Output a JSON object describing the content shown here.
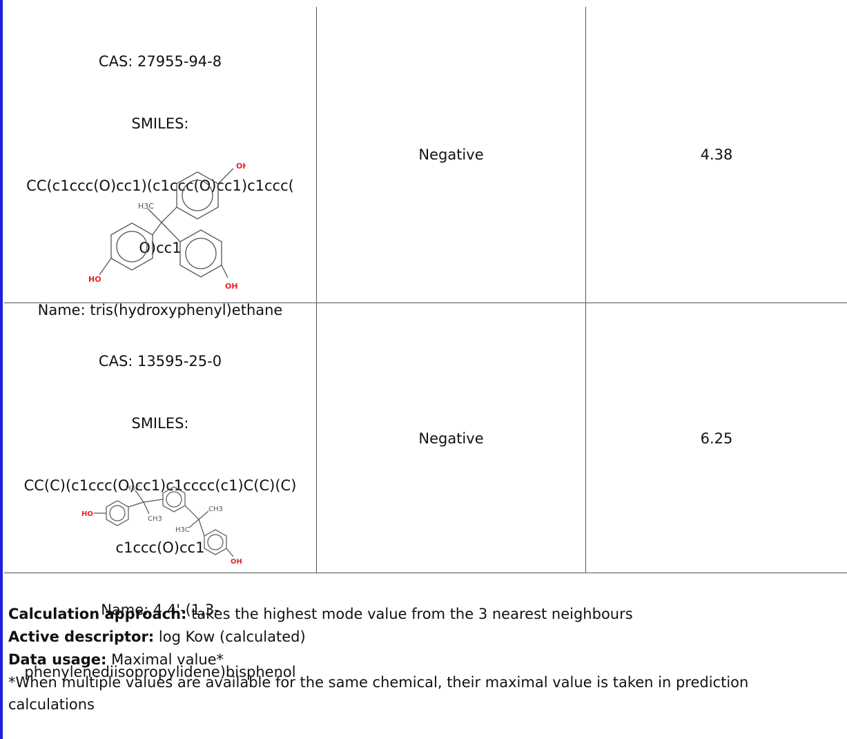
{
  "rows": [
    {
      "cas": "CAS: 27955-94-8",
      "smiles_label": "SMILES:",
      "smiles_line1": "CC(c1ccc(O)cc1)(c1ccc(O)cc1)c1ccc(",
      "smiles_line2": "O)cc1",
      "name_line1": "Name: tris(hydroxyphenyl)ethane",
      "name_line2": "",
      "result": "Negative",
      "value": "4.38",
      "atom_labels": {
        "oh_top": "OH",
        "h3c": "H3C",
        "ho_left": "HO",
        "oh_bottom": "OH"
      }
    },
    {
      "cas": "CAS: 13595-25-0",
      "smiles_label": "SMILES:",
      "smiles_line1": "CC(C)(c1ccc(O)cc1)c1cccc(c1)C(C)(C)",
      "smiles_line2": "c1ccc(O)cc1",
      "name_line1": "Name: 4,4'-(1,3-",
      "name_line2": "phenylenediisopropylidene)bisphenol",
      "result": "Negative",
      "value": "6.25",
      "atom_labels": {
        "ho": "HO",
        "h3c_a": "H3C",
        "ch3_a": "CH3",
        "ch3_b": "CH3",
        "h3c_b": "H3C",
        "oh": "OH"
      }
    }
  ],
  "notes": {
    "approach_label": "Calculation approach:",
    "approach_value": " takes the highest mode value from the 3 nearest neighbours",
    "descriptor_label": "Active descriptor:",
    "descriptor_value": " log Kow (calculated)",
    "usage_label": "Data usage:",
    "usage_value": " Maximal value*",
    "footnote": "*When multiple values are available for the same chemical, their maximal value is taken in prediction calculations"
  },
  "colors": {
    "accent_bar": "#2020d8",
    "heteroatom": "#e8202a",
    "bond": "#555555"
  }
}
